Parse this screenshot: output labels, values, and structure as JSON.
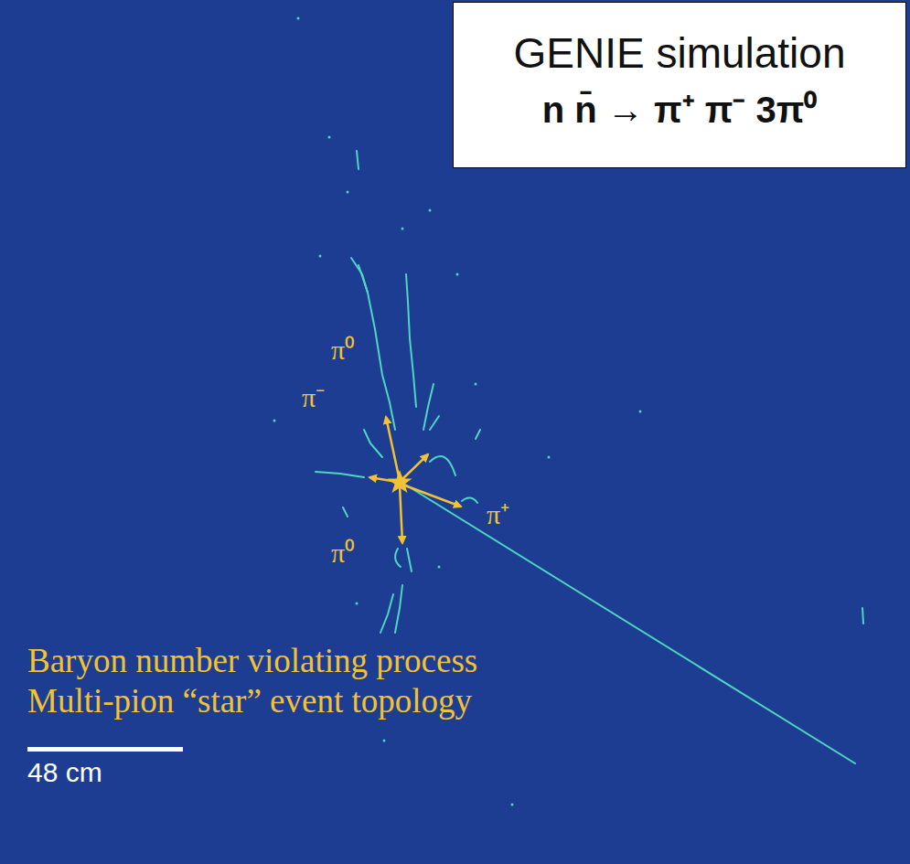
{
  "diagram": {
    "nodes": [
      {
        "text": [
          "GENIE simulation",
          "n n̄ → π⁺ π⁻ 3π⁰"
        ]
      }
    ],
    "labels": [
      "π⁰",
      "π⁻",
      "π⁺",
      "π⁰",
      "Baryon number violating process",
      "Multi-pion “star” event topology",
      "48 cm"
    ]
  }
}
